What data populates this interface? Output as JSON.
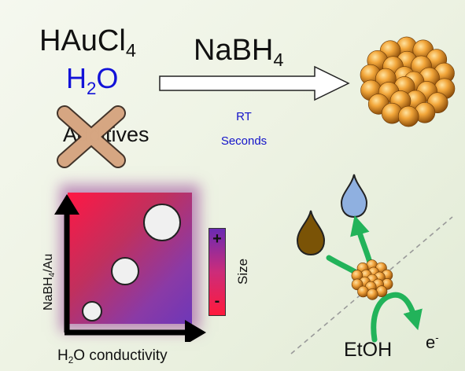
{
  "reaction": {
    "reactant": "HAuCl4",
    "solvent": "H2O",
    "excluded": "Additives",
    "reducing_agent": "NaBH4",
    "conditions": [
      "RT",
      "Seconds"
    ]
  },
  "plot": {
    "x_label": "H2O conductivity",
    "y_label": "NaBH4/Au",
    "legend_label": "Size",
    "legend_high": "+",
    "legend_low": "-"
  },
  "mechanism": {
    "reactant": "EtOH",
    "electron": "e-"
  },
  "colors": {
    "water_text": "#1212d8",
    "conditions_text": "#1313c9",
    "gold": "#e39a2c",
    "cross": "#e3b08a",
    "green_arrow": "#22b35a",
    "drop_brown": "#7a5306",
    "drop_blue": "#8fb0e0"
  }
}
